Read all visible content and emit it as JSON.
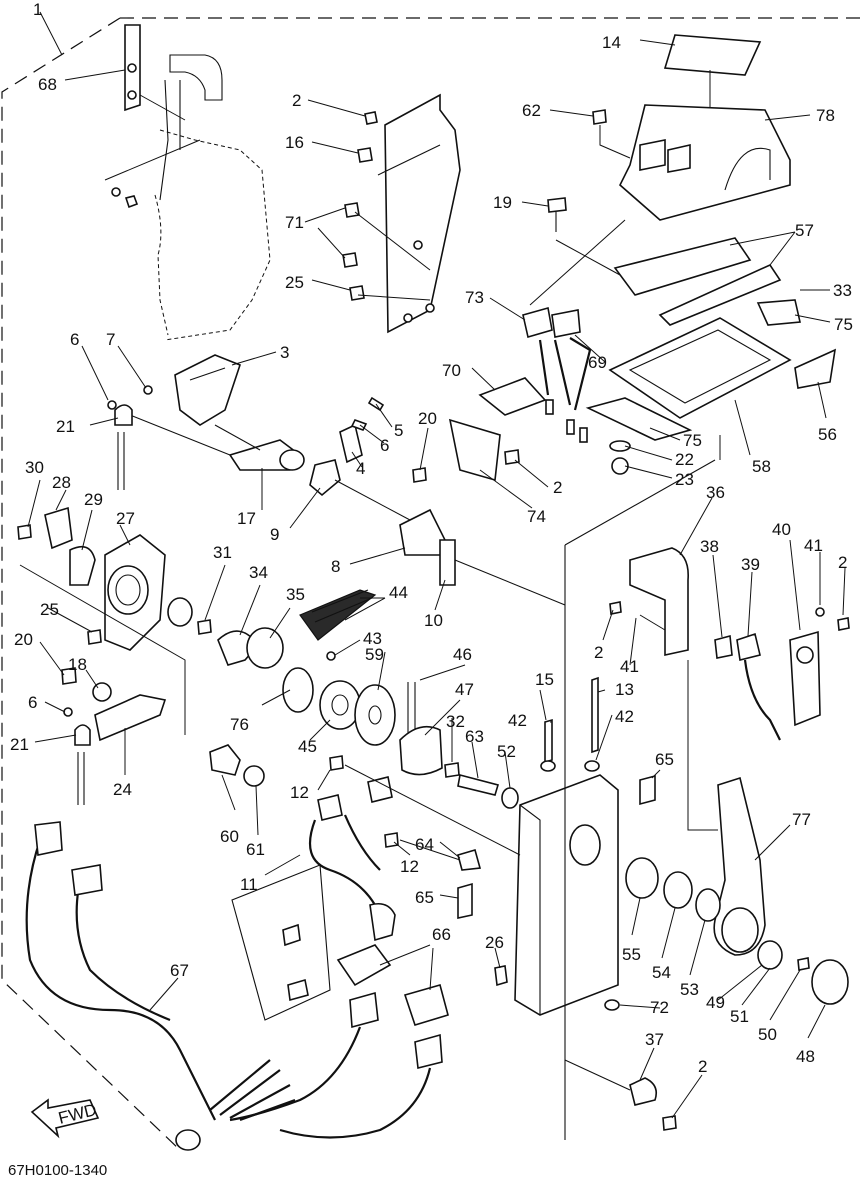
{
  "drawing_code": "67H0100-1340",
  "fwd_label": "FWD",
  "callouts": [
    "1",
    "68",
    "2",
    "16",
    "71",
    "25",
    "14",
    "62",
    "78",
    "19",
    "57",
    "33",
    "75",
    "73",
    "69",
    "70",
    "56",
    "58",
    "75",
    "22",
    "23",
    "2",
    "74",
    "3",
    "6",
    "7",
    "21",
    "5",
    "6",
    "4",
    "20",
    "17",
    "9",
    "30",
    "28",
    "29",
    "27",
    "8",
    "10",
    "36",
    "38",
    "39",
    "40",
    "41",
    "2",
    "31",
    "34",
    "35",
    "44",
    "43",
    "2",
    "41",
    "25",
    "20",
    "18",
    "6",
    "21",
    "24",
    "76",
    "59",
    "46",
    "13",
    "15",
    "47",
    "42",
    "45",
    "42",
    "32",
    "63",
    "52",
    "60",
    "61",
    "12",
    "65",
    "12",
    "64",
    "11",
    "65",
    "77",
    "55",
    "54",
    "53",
    "49",
    "51",
    "50",
    "48",
    "66",
    "26",
    "72",
    "67",
    "37",
    "2"
  ]
}
